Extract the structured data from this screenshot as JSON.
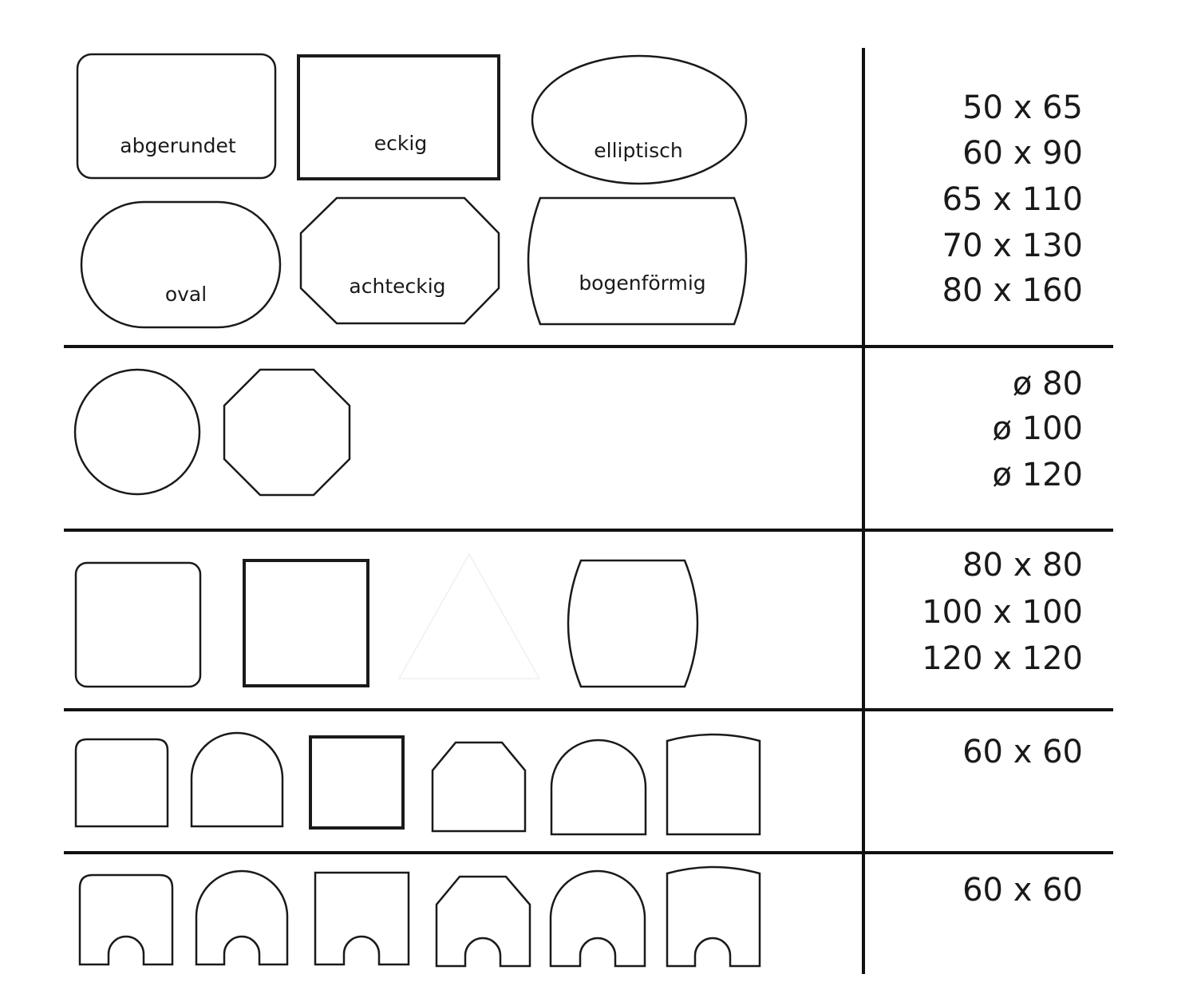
{
  "shapes": {
    "abgerundet": "abgerundet",
    "eckig": "eckig",
    "elliptisch": "elliptisch",
    "oval": "oval",
    "achteckig": "achteckig",
    "bogenfoermig": "bogenförmig"
  },
  "sizes": {
    "rect": [
      "50 x 65",
      "60 x 90",
      "65 x 110",
      "70 x 130",
      "80 x 160"
    ],
    "round": [
      "ø 80",
      "ø 100",
      "ø 120"
    ],
    "square": [
      "80 x 80",
      "100 x 100",
      "120 x 120"
    ],
    "small": [
      "60 x 60"
    ],
    "cutout": [
      "60 x 60"
    ]
  }
}
